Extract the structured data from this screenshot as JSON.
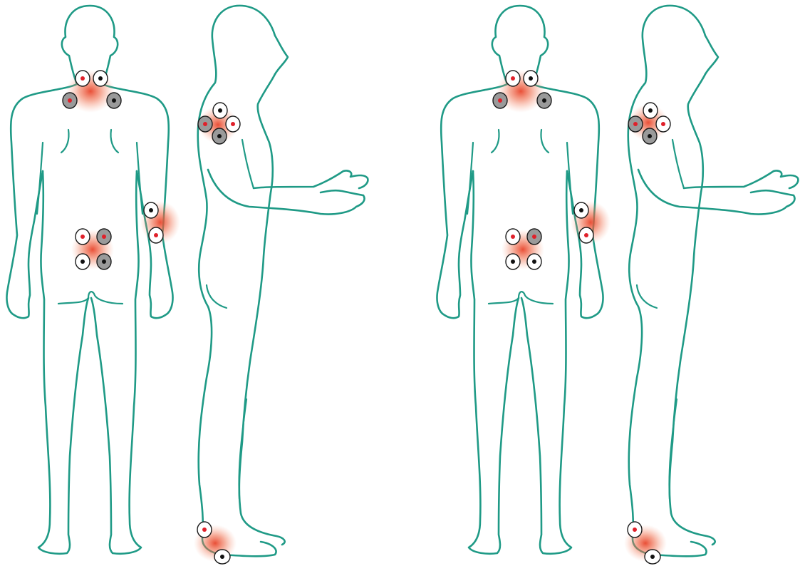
{
  "colors": {
    "outline": "#1f9a86",
    "pain": "#e8452c",
    "electrode_light": "#ffffff",
    "electrode_dark": "#9a9a9a",
    "electrode_rim": "#1a1a1a",
    "dot_positive": "#e0202a",
    "dot_negative": "#111111"
  },
  "legend": {
    "dot_positive": "red-dot",
    "dot_negative": "black-dot"
  },
  "panels": [
    {
      "name": "panel-left",
      "figures": [
        "back-view",
        "side-view"
      ]
    },
    {
      "name": "panel-right",
      "figures": [
        "back-view",
        "side-view"
      ]
    }
  ]
}
